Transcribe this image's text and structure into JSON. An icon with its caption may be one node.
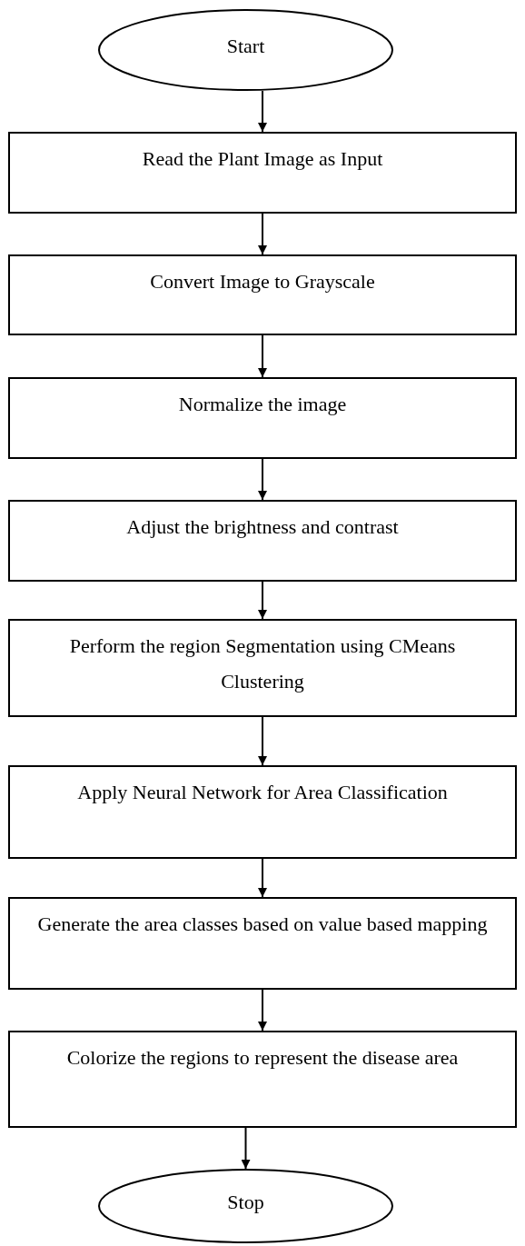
{
  "diagram": {
    "nodes": [
      {
        "text": [
          "Start"
        ]
      },
      {
        "text": [
          "Read the Plant Image as Input"
        ]
      },
      {
        "text": [
          "Convert Image to Grayscale"
        ]
      },
      {
        "text": [
          "Normalize the image"
        ]
      },
      {
        "text": [
          "Adjust the brightness and contrast"
        ]
      },
      {
        "text": [
          "Perform the region Segmentation using CMeans Clustering"
        ]
      },
      {
        "text": [
          "Apply Neural Network for Area Classification"
        ]
      },
      {
        "text": [
          "Generate the area classes based on value based mapping"
        ]
      },
      {
        "text": [
          "Colorize the regions to represent the disease area"
        ]
      },
      {
        "text": [
          "Stop"
        ]
      }
    ],
    "edges": [
      {
        "from": 0,
        "to": 1,
        "arrow": "to"
      },
      {
        "from": 1,
        "to": 2,
        "arrow": "to"
      },
      {
        "from": 2,
        "to": 3,
        "arrow": "to"
      },
      {
        "from": 3,
        "to": 4,
        "arrow": "to"
      },
      {
        "from": 4,
        "to": 5,
        "arrow": "to"
      },
      {
        "from": 5,
        "to": 6,
        "arrow": "to"
      },
      {
        "from": 6,
        "to": 7,
        "arrow": "to"
      },
      {
        "from": 7,
        "to": 8,
        "arrow": "to"
      },
      {
        "from": 8,
        "to": 9,
        "arrow": "to"
      }
    ]
  }
}
